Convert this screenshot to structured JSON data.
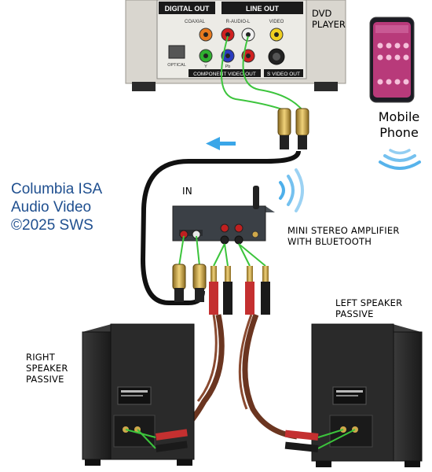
{
  "dvd_player": {
    "label": "DVD PLAYER",
    "panel": {
      "digital_out": "DIGITAL OUT",
      "line_out": "LINE OUT",
      "coaxial": "COAXIAL",
      "audio_rl": "R-AUDIO-L",
      "video": "VIDEO",
      "optical": "OPTICAL",
      "y": "Y",
      "pb": "Pb",
      "component_video_out": "COMPONENT VIDEO OUT",
      "s_video_out": "S VIDEO OUT"
    }
  },
  "mobile_phone": {
    "label_line1": "Mobile",
    "label_line2": "Phone"
  },
  "credit": {
    "line1": "Columbia ISA",
    "line2": "Audio Video",
    "line3": "©2025 SWS"
  },
  "amplifier": {
    "in_label": "IN",
    "label_line1": "MINI STEREO AMPLIFIER",
    "label_line2": "WITH BLUETOOTH"
  },
  "speakers": {
    "left": {
      "line1": "LEFT SPEAKER",
      "line2": "PASSIVE"
    },
    "right": {
      "line1": "RIGHT",
      "line2": "SPEAKER",
      "line3": "PASSIVE"
    }
  },
  "colors": {
    "accent_blue": "#1f4f8f",
    "signal_arrow": "#3aa6e8",
    "rca_wire": "#3cc43c",
    "speaker_cable": "#6b3520",
    "speaker_cabinet": "#2a2a2a"
  },
  "icons": [
    "bluetooth-wave-icon",
    "signal-arrow-icon",
    "wireless-signal-icon"
  ]
}
